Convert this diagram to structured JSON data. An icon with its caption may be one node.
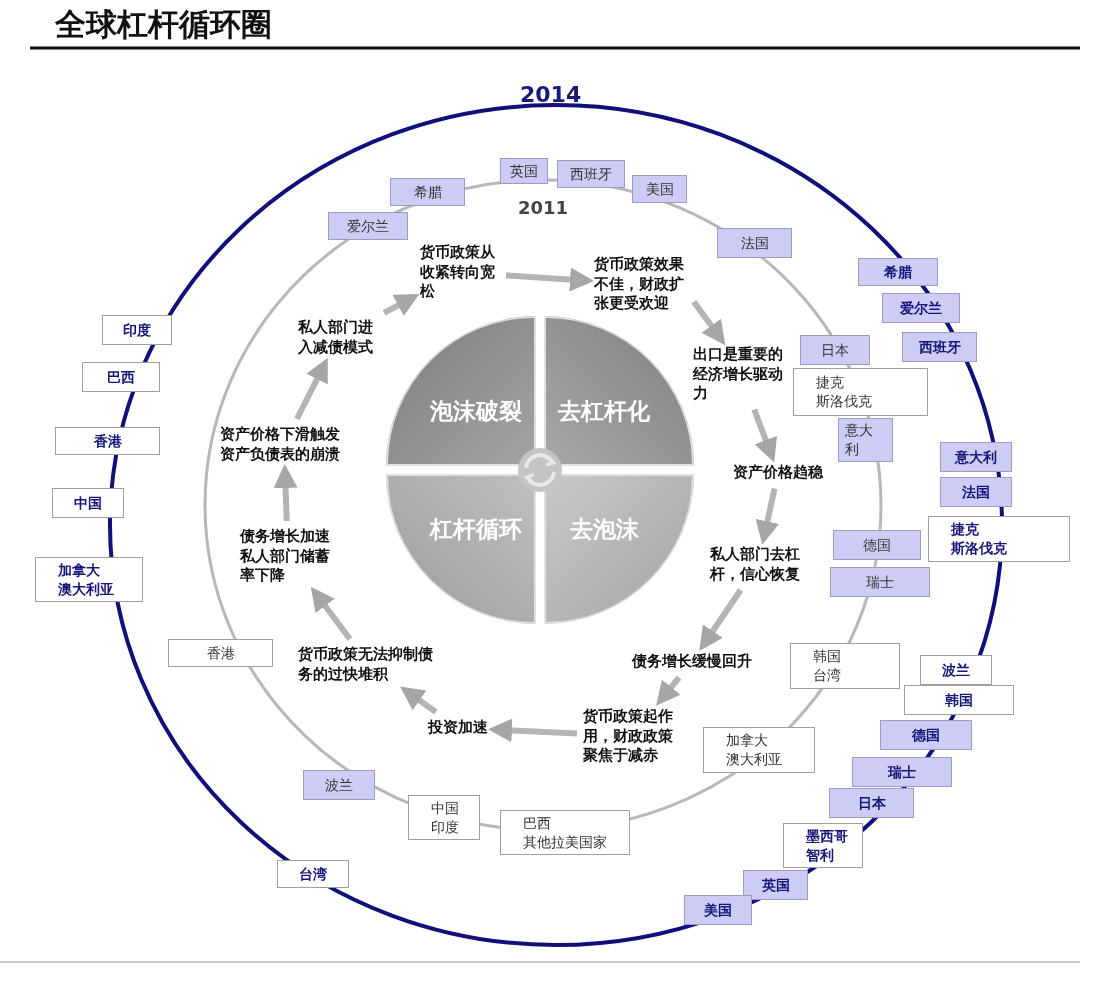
{
  "diagram": {
    "title": "全球杠杆循环圈",
    "nodes": [
      {
        "text": [
          "货币政策从收紧转向宽松"
        ]
      },
      {
        "text": [
          "货币政策效果不佳，财政扩张更受欢迎"
        ]
      },
      {
        "text": [
          "出口是重要的经济增长驱动力"
        ]
      },
      {
        "text": [
          "资产价格趋稳"
        ]
      },
      {
        "text": [
          "私人部门去杠杆，信心恢复"
        ]
      },
      {
        "text": [
          "债务增长缓慢回升"
        ]
      },
      {
        "text": [
          "货币政策起作用，财政政策聚焦于减赤"
        ]
      },
      {
        "text": [
          "投资加速"
        ]
      },
      {
        "text": [
          "货币政策无法抑制债务的过快堆积"
        ]
      },
      {
        "text": [
          "债务增长加速私人部门储蓄率下降"
        ]
      },
      {
        "text": [
          "资产价格下滑触发资产负债表的崩溃"
        ]
      },
      {
        "text": [
          "私人部门进入减债模式"
        ]
      },
      {
        "text": [
          "泡沫破裂"
        ]
      },
      {
        "text": [
          "去杠杆化"
        ]
      },
      {
        "text": [
          "杠杆循环"
        ]
      },
      {
        "text": [
          "去泡沫"
        ]
      },
      {
        "text": [
          "爱尔兰"
        ]
      },
      {
        "text": [
          "希腊"
        ]
      },
      {
        "text": [
          "英国"
        ]
      },
      {
        "text": [
          "西班牙"
        ]
      },
      {
        "text": [
          "美国"
        ]
      },
      {
        "text": [
          "法国"
        ]
      },
      {
        "text": [
          "日本"
        ]
      },
      {
        "text": [
          "捷克",
          "斯洛伐克"
        ]
      },
      {
        "text": [
          "意大利"
        ]
      },
      {
        "text": [
          "德国"
        ]
      },
      {
        "text": [
          "瑞士"
        ]
      },
      {
        "text": [
          "韩国",
          "台湾"
        ]
      },
      {
        "text": [
          "加拿大",
          "澳大利亚"
        ]
      },
      {
        "text": [
          "巴西",
          "其他拉美国家"
        ]
      },
      {
        "text": [
          "中国",
          "印度"
        ]
      },
      {
        "text": [
          "波兰"
        ]
      },
      {
        "text": [
          "香港"
        ]
      },
      {
        "text": [
          "希腊"
        ]
      },
      {
        "text": [
          "爱尔兰"
        ]
      },
      {
        "text": [
          "西班牙"
        ]
      },
      {
        "text": [
          "意大利"
        ]
      },
      {
        "text": [
          "法国"
        ]
      },
      {
        "text": [
          "捷克",
          "斯洛伐克"
        ]
      },
      {
        "text": [
          "波兰"
        ]
      },
      {
        "text": [
          "韩国"
        ]
      },
      {
        "text": [
          "德国"
        ]
      },
      {
        "text": [
          "瑞士"
        ]
      },
      {
        "text": [
          "日本"
        ]
      },
      {
        "text": [
          "墨西哥",
          "智利"
        ]
      },
      {
        "text": [
          "英国"
        ]
      },
      {
        "text": [
          "美国"
        ]
      },
      {
        "text": [
          "台湾"
        ]
      },
      {
        "text": [
          "加拿大",
          "澳大利亚"
        ]
      },
      {
        "text": [
          "中国"
        ]
      },
      {
        "text": [
          "香港"
        ]
      },
      {
        "text": [
          "巴西"
        ]
      },
      {
        "text": [
          "印度"
        ]
      }
    ],
    "edges": [
      {
        "from": 0,
        "to": 1,
        "arrow": "to"
      },
      {
        "from": 1,
        "to": 2,
        "arrow": "to"
      },
      {
        "from": 2,
        "to": 3,
        "arrow": "to"
      },
      {
        "from": 3,
        "to": 4,
        "arrow": "to"
      },
      {
        "from": 4,
        "to": 5,
        "arrow": "to"
      },
      {
        "from": 5,
        "to": 6,
        "arrow": "to"
      },
      {
        "from": 6,
        "to": 7,
        "arrow": "to"
      },
      {
        "from": 7,
        "to": 8,
        "arrow": "to"
      },
      {
        "from": 8,
        "to": 9,
        "arrow": "to"
      },
      {
        "from": 9,
        "to": 10,
        "arrow": "to"
      },
      {
        "from": 10,
        "to": 11,
        "arrow": "to"
      },
      {
        "from": 11,
        "to": 0,
        "arrow": "to"
      }
    ],
    "labels": [
      "2014",
      "2011"
    ]
  }
}
